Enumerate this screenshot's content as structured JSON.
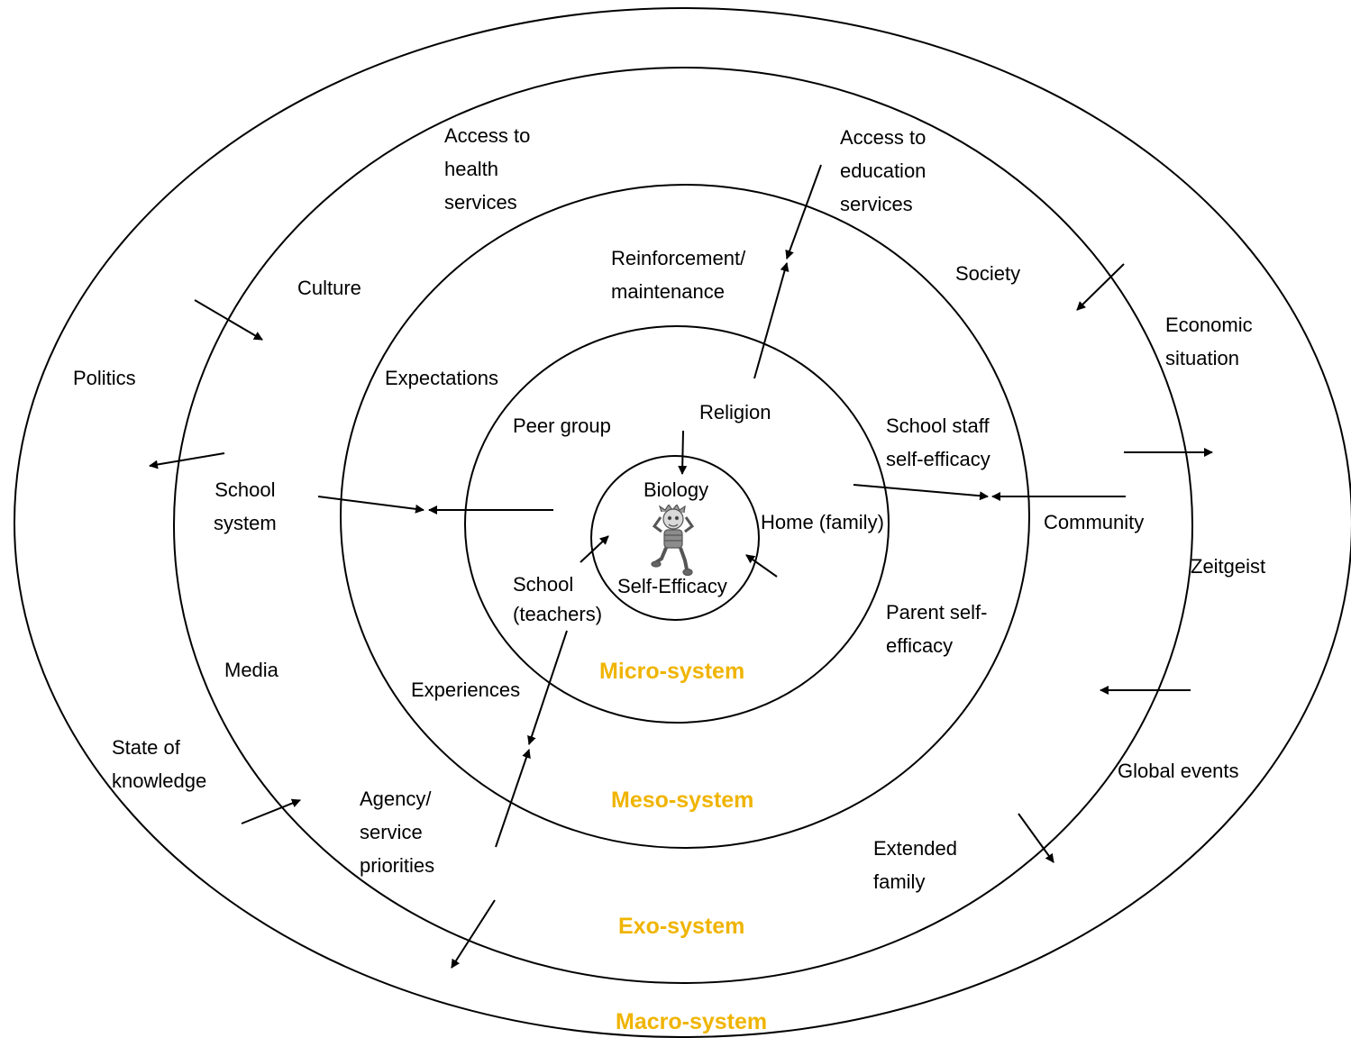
{
  "system_color": "#f0b400",
  "line_color": "#000000",
  "systems": {
    "micro": "Micro-system",
    "meso": "Meso-system",
    "exo": "Exo-system",
    "macro": "Macro-system"
  },
  "center": {
    "biology": "Biology",
    "self_efficacy": "Self-Efficacy",
    "figure_icon": "child-figure-icon"
  },
  "micro_labels": {
    "peer_group": "Peer group",
    "religion": "Religion",
    "home": "Home (family)",
    "school": "School\n(teachers)"
  },
  "meso_labels": {
    "expectations": "Expectations",
    "reinforcement": "Reinforcement/\nmaintenance",
    "school_staff": "School staff\nself-efficacy",
    "parent": "Parent self-\nefficacy",
    "experiences": "Experiences"
  },
  "exo_labels": {
    "health": "Access to\nhealth\nservices",
    "education": "Access to\neducation\nservices",
    "culture": "Culture",
    "society": "Society",
    "school_system": "School\nsystem",
    "community": "Community",
    "media": "Media",
    "agency": "Agency/\nservice\npriorities",
    "extended_family": "Extended\nfamily"
  },
  "macro_labels": {
    "politics": "Politics",
    "economic": "Economic\nsituation",
    "zeitgeist": "Zeitgeist",
    "knowledge": "State of\nknowledge",
    "global": "Global events"
  }
}
